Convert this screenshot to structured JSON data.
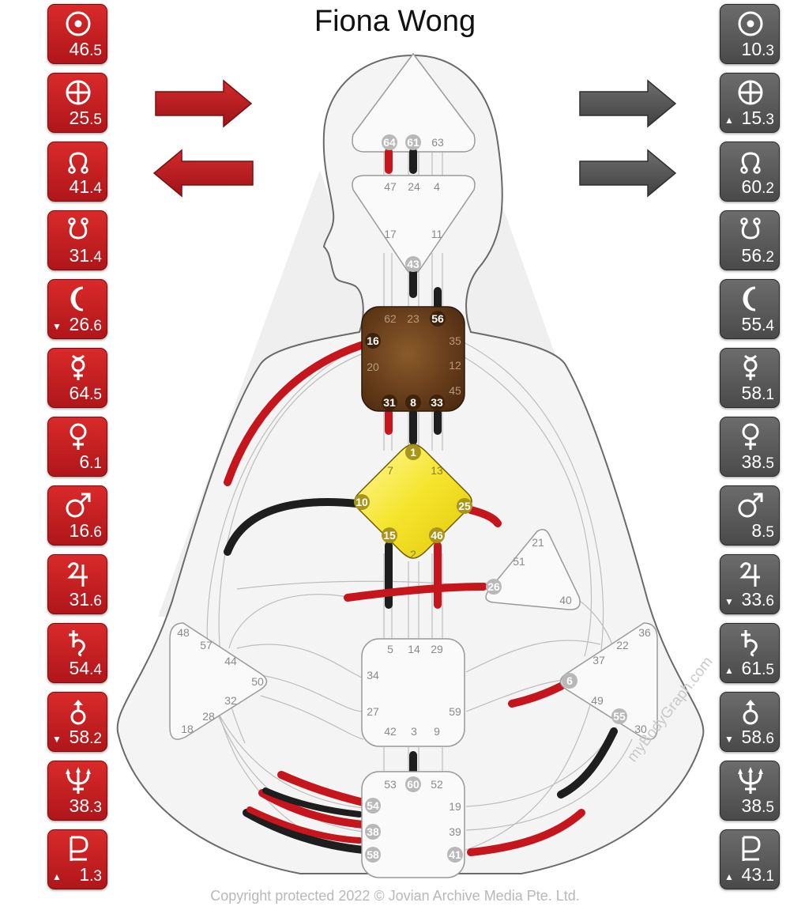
{
  "name": "Fiona Wong",
  "copyright": "Copyright protected 2022 © Jovian Archive Media Pte. Ltd.",
  "watermark": "myBodyGraph.com",
  "colors": {
    "design_red": "#c4161c",
    "personality_black": "#1e1e1e",
    "g_center": "#f3e12a",
    "heart": "#6b3c1a"
  },
  "design": [
    {
      "icon": "sun-icon",
      "whole": "46",
      "dec": ".5",
      "arrow": ""
    },
    {
      "icon": "earth-icon",
      "whole": "25",
      "dec": ".5",
      "arrow": ""
    },
    {
      "icon": "north-node-icon",
      "whole": "41",
      "dec": ".4",
      "arrow": ""
    },
    {
      "icon": "south-node-icon",
      "whole": "31",
      "dec": ".4",
      "arrow": ""
    },
    {
      "icon": "moon-icon",
      "whole": "26",
      "dec": ".6",
      "arrow": "▼"
    },
    {
      "icon": "mercury-icon",
      "whole": "64",
      "dec": ".5",
      "arrow": ""
    },
    {
      "icon": "venus-icon",
      "whole": "6",
      "dec": ".1",
      "arrow": ""
    },
    {
      "icon": "mars-icon",
      "whole": "16",
      "dec": ".6",
      "arrow": ""
    },
    {
      "icon": "jupiter-icon",
      "whole": "31",
      "dec": ".6",
      "arrow": ""
    },
    {
      "icon": "saturn-icon",
      "whole": "54",
      "dec": ".4",
      "arrow": ""
    },
    {
      "icon": "uranus-icon",
      "whole": "58",
      "dec": ".2",
      "arrow": "▼"
    },
    {
      "icon": "neptune-icon",
      "whole": "38",
      "dec": ".3",
      "arrow": ""
    },
    {
      "icon": "pluto-icon",
      "whole": "1",
      "dec": ".3",
      "arrow": "▲"
    }
  ],
  "personality": [
    {
      "icon": "sun-icon",
      "whole": "10",
      "dec": ".3",
      "arrow": ""
    },
    {
      "icon": "earth-icon",
      "whole": "15",
      "dec": ".3",
      "arrow": "▲"
    },
    {
      "icon": "north-node-icon",
      "whole": "60",
      "dec": ".2",
      "arrow": ""
    },
    {
      "icon": "south-node-icon",
      "whole": "56",
      "dec": ".2",
      "arrow": ""
    },
    {
      "icon": "moon-icon",
      "whole": "55",
      "dec": ".4",
      "arrow": ""
    },
    {
      "icon": "mercury-icon",
      "whole": "58",
      "dec": ".1",
      "arrow": ""
    },
    {
      "icon": "venus-icon",
      "whole": "38",
      "dec": ".5",
      "arrow": ""
    },
    {
      "icon": "mars-icon",
      "whole": "8",
      "dec": ".5",
      "arrow": ""
    },
    {
      "icon": "jupiter-icon",
      "whole": "33",
      "dec": ".6",
      "arrow": "▼"
    },
    {
      "icon": "saturn-icon",
      "whole": "61",
      "dec": ".5",
      "arrow": "▲"
    },
    {
      "icon": "uranus-icon",
      "whole": "58",
      "dec": ".6",
      "arrow": "▼"
    },
    {
      "icon": "neptune-icon",
      "whole": "38",
      "dec": ".5",
      "arrow": ""
    },
    {
      "icon": "pluto-icon",
      "whole": "43",
      "dec": ".1",
      "arrow": "▲"
    }
  ],
  "centers": {
    "head": [
      "64",
      "61",
      "63"
    ],
    "ajna": [
      "47",
      "24",
      "4",
      "17",
      "11",
      "43"
    ],
    "throat": [
      "62",
      "23",
      "56",
      "16",
      "35",
      "20",
      "12",
      "45",
      "31",
      "8",
      "33"
    ],
    "g": [
      "1",
      "7",
      "13",
      "10",
      "25",
      "15",
      "46",
      "2"
    ],
    "heart": [
      "21",
      "51",
      "26",
      "40"
    ],
    "spleen": [
      "48",
      "57",
      "44",
      "50",
      "32",
      "28",
      "18"
    ],
    "solar_plexus": [
      "36",
      "22",
      "37",
      "6",
      "49",
      "55",
      "30"
    ],
    "sacral": [
      "5",
      "14",
      "29",
      "34",
      "27",
      "59",
      "42",
      "3",
      "9"
    ],
    "root": [
      "53",
      "60",
      "52",
      "54",
      "19",
      "38",
      "39",
      "58",
      "41"
    ]
  }
}
